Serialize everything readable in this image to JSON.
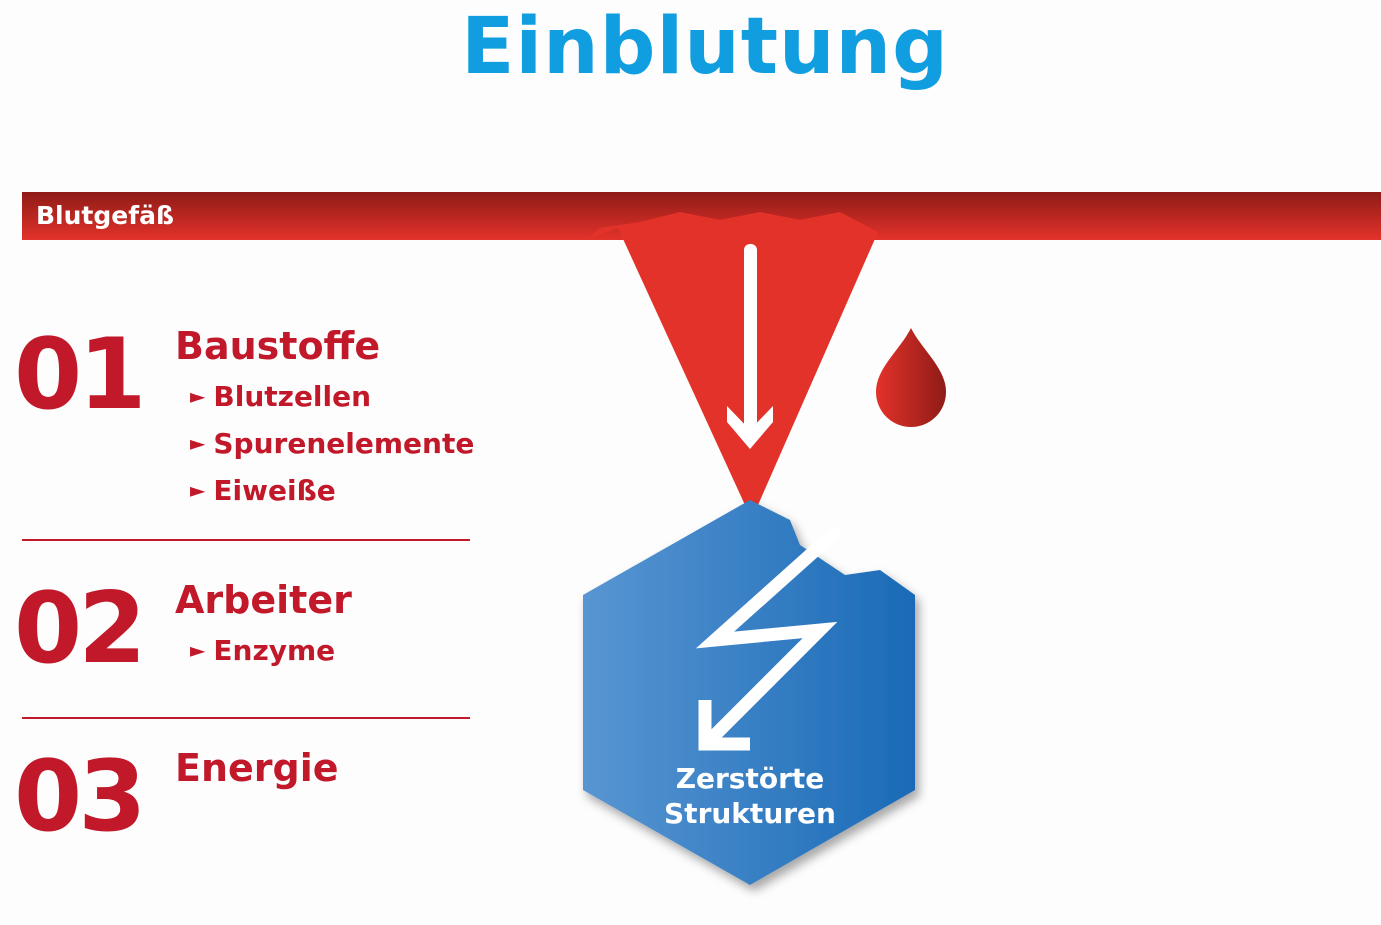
{
  "title": "Einblutung",
  "vessel_label": "Blutgefäß",
  "sections": [
    {
      "number": "01",
      "heading": "Baustoffe",
      "items": [
        "Blutzellen",
        "Spurenelemente",
        "Eiweiße"
      ]
    },
    {
      "number": "02",
      "heading": "Arbeiter",
      "items": [
        "Enzyme"
      ]
    },
    {
      "number": "03",
      "heading": "Energie",
      "items": []
    }
  ],
  "bullet": "►",
  "hexagon": {
    "line1": "Zerstörte",
    "line2": "Strukturen"
  },
  "colors": {
    "title": "#119ee0",
    "red": "#c1182a",
    "blood": "#e3322a",
    "blue": "#2a76bf"
  }
}
